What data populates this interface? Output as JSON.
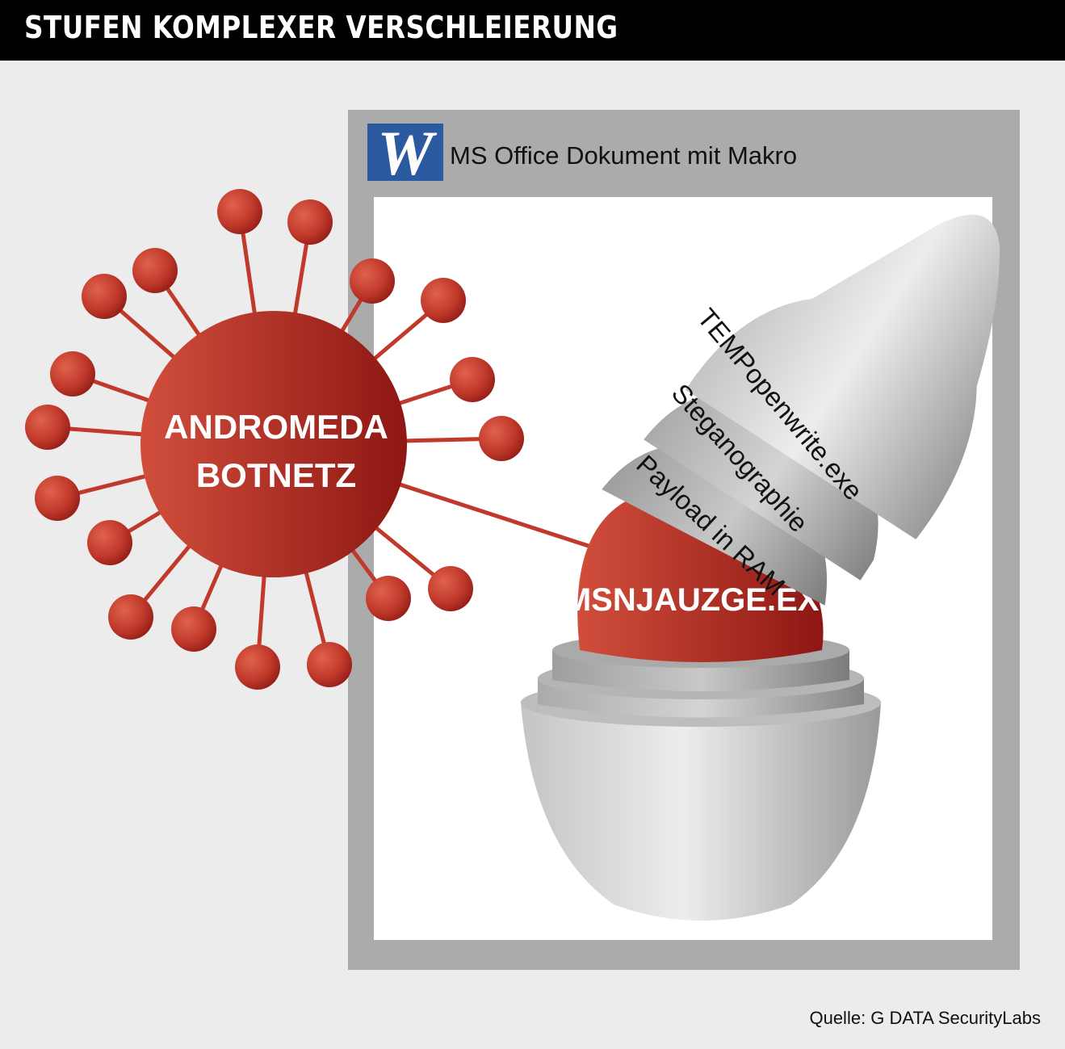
{
  "title": "STUFEN KOMPLEXER VERSCHLEIERUNG",
  "document": {
    "icon": "word-w-icon",
    "icon_letter": "W",
    "label": "MS Office Dokument mit Makro"
  },
  "botnet": {
    "line1": "ANDROMEDA",
    "line2": "BOTNETZ"
  },
  "layers": {
    "outer": "TEMPopenwrite.exe",
    "middle": "Steganographie",
    "inner": "Payload in RAM"
  },
  "core": "MSNJAUZGE.EXE",
  "source": "Quelle: G DATA SecurityLabs",
  "colors": {
    "header_bg": "#000000",
    "background": "#ececec",
    "frame": "#ababab",
    "virus_red": "#c0392b",
    "word_blue": "#2b5aa0"
  }
}
